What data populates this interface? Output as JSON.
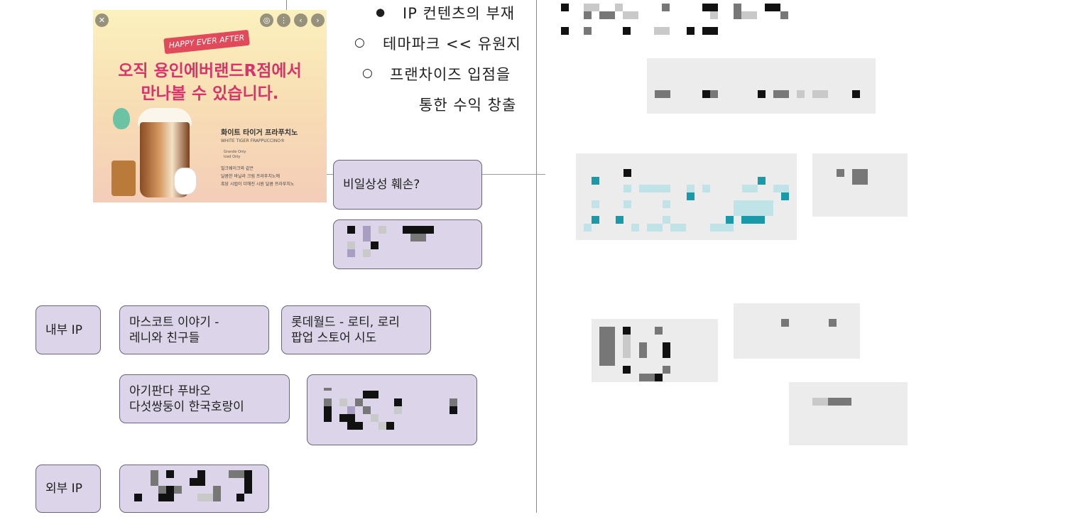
{
  "image_card": {
    "banner": "HAPPY EVER AFTER",
    "headline_line1": "오직 용인에버랜드R점에서",
    "headline_line2": "만나볼 수 있습니다.",
    "product_name_kr": "화이트 타이거 프라푸치노",
    "product_name_en": "WHITE TIGER FRAPPUCCINO®",
    "sizes_line1": "Grande Only",
    "sizes_line2": "Iced Only",
    "desc_line1": "밀크쉐이크와 같은",
    "desc_line2": "달콤한 바닐라 크림 프라푸치노에",
    "desc_line3": "흑당 시럽이 더해진 시원 달콤 프라푸치노",
    "buttons": {
      "close": "✕",
      "zoom": "◎",
      "more": "⋮",
      "prev": "‹",
      "next": "›"
    }
  },
  "bullets": {
    "line1_marker": "●",
    "line1": "IP 컨텐츠의 부재",
    "line2_marker": "○",
    "line2": "테마파크 << 유원지",
    "line3_marker": "○",
    "line3": "프랜차이즈 입점을",
    "line4": "통한 수익 창출"
  },
  "nodes": {
    "privacy": "비일상성 훼손?",
    "internal_ip": "내부 IP",
    "mascot": "마스코트 이야기 -\n레니와 친구들",
    "lotte": "롯데월드 - 로티, 로리\n팝업 스토어 시도",
    "panda": "아기판다 푸바오\n다섯쌍둥이 한국호랑이",
    "external_ip": "외부 IP"
  }
}
